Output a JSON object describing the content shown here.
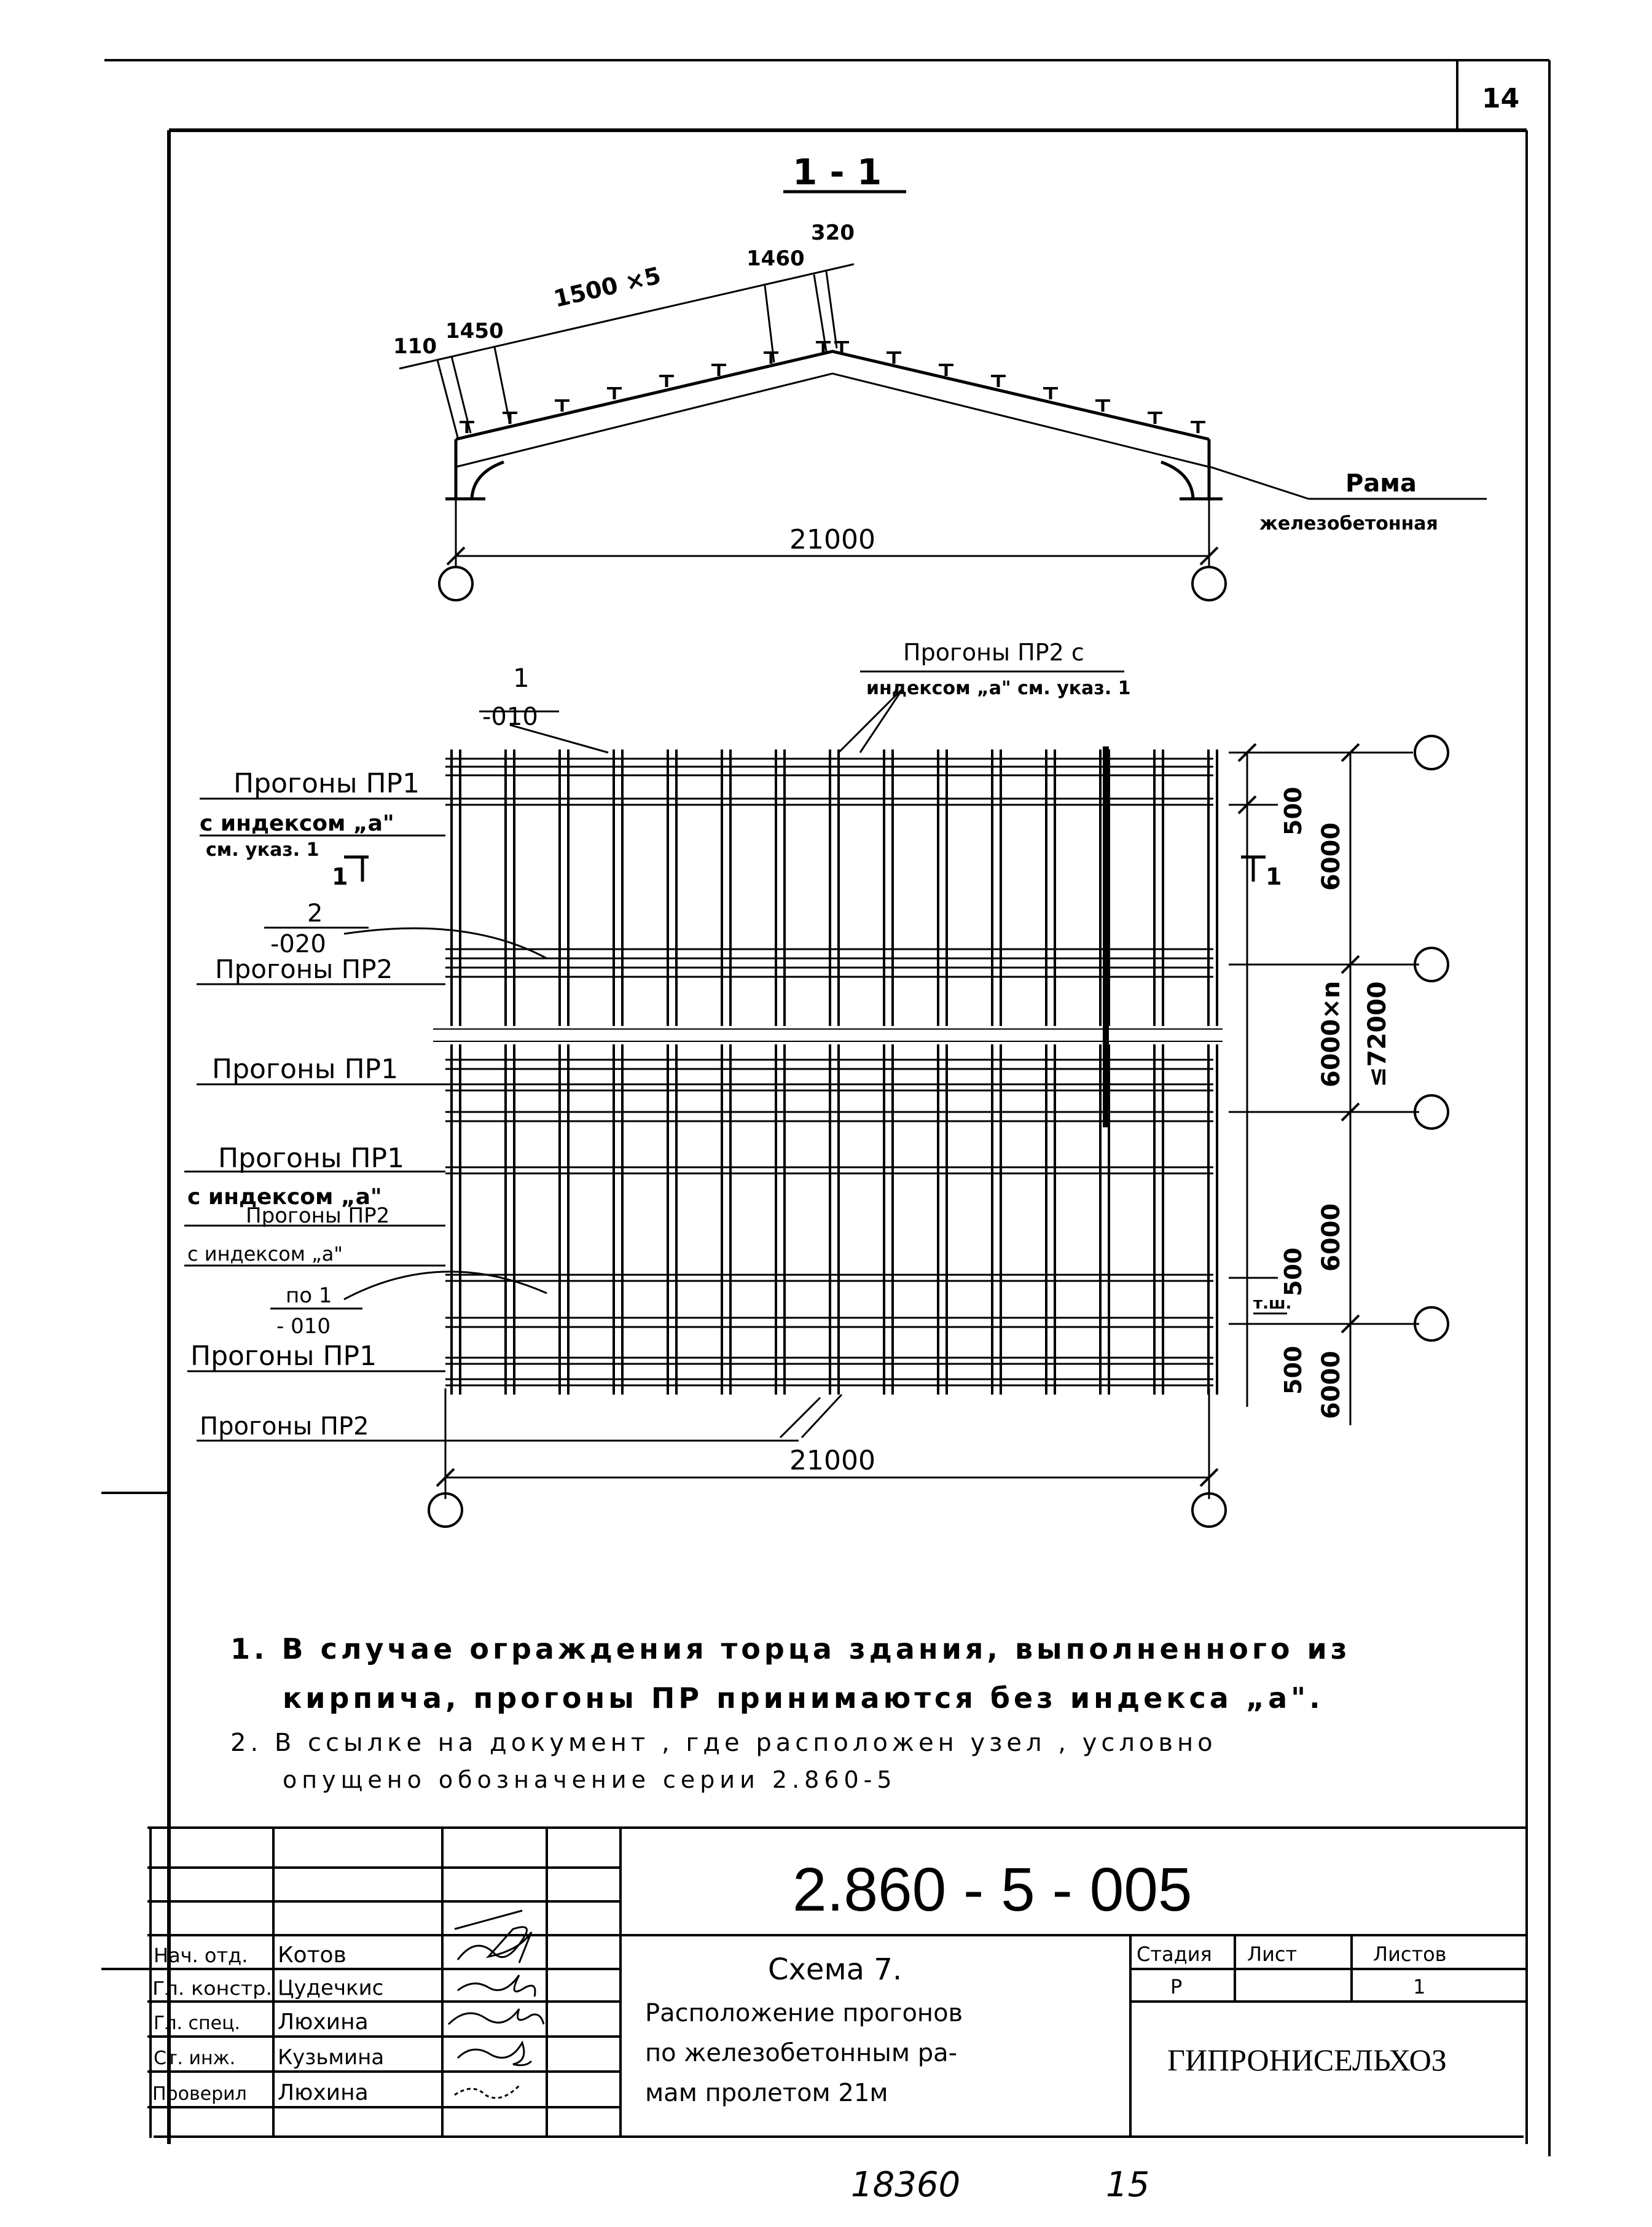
{
  "sheet": {
    "number": "14"
  },
  "section": {
    "title": "1 - 1"
  },
  "dims": {
    "d110": "110",
    "d1450": "1450",
    "d1500x5": "1500 ×5",
    "d1460": "1460",
    "d320": "320",
    "span_top": "21000",
    "span_plan": "21000",
    "d500a": "500",
    "d6000a": "6000",
    "d6000xn": "6000×n",
    "dle72000": "≤72000",
    "d6000b": "6000",
    "d500b": "500",
    "d500c": "500",
    "d6000c": "6000",
    "tw": "т.ш."
  },
  "frame_label": {
    "line1": "Рама",
    "line2": "железобетонная"
  },
  "plan_labels": {
    "node1_num": "1",
    "node1_den": "-010",
    "pr2_index_line1": "Прогоны ПР2   с",
    "pr2_index_line2": "индексом „а\" см. указ. 1",
    "pr1_a_line1": "Прогоны ПР1",
    "pr1_a_line2": "с индексом „а\"",
    "pr1_a_line3": "см. указ. 1",
    "cut_left": "1",
    "cut_right": "1",
    "node2_num": "2",
    "node2_den": "-020",
    "pr2_mid": "Прогоны ПР2",
    "pr1_mid": "Прогоны ПР1",
    "pr1_b_line1": "Прогоны ПР1",
    "pr1_b_line2": "с индексом „а\"",
    "pr2_b_line1": "Прогоны ПР2",
    "pr2_b_line2": "с индексом „а\"",
    "node3_num": "по 1",
    "node3_den": "- 010",
    "pr1_bottom": "Прогоны ПР1",
    "pr2_bottom": "Прогоны ПР2"
  },
  "notes": {
    "n1_line1": "1.  В случае ограждения  торца здания, выполненного  из",
    "n1_line2": "кирпича,  прогоны ПР  принимаются  без индекса „а\".",
    "n2_line1": "2.  В ссылке на документ , где расположен узел , условно",
    "n2_line2": "опущено обозначение серии 2.860-5"
  },
  "title_block": {
    "doc_code": "2.860 - 5 - 005",
    "scheme_title": "Схема 7.",
    "scheme_desc_1": "Расположение прогонов",
    "scheme_desc_2": "по железобетонным ра-",
    "scheme_desc_3": "мам пролетом 21м",
    "stage_h": "Стадия",
    "sheet_h": "Лист",
    "sheets_h": "Листов",
    "stage_v": "Р",
    "sheet_v": "",
    "sheets_v": "1",
    "org": "ГИПРОНИСЕЛЬХОЗ",
    "roles": [
      {
        "role": "Нач. отд.",
        "name": "Котов"
      },
      {
        "role": "Гл. констр.",
        "name": "Цудечкис"
      },
      {
        "role": "Гл. спец.",
        "name": "Люхина"
      },
      {
        "role": "Ст. инж.",
        "name": "Кузьмина"
      },
      {
        "role": "Проверил",
        "name": "Люхина"
      }
    ]
  },
  "footer": {
    "inv": "18360",
    "page": "15"
  }
}
